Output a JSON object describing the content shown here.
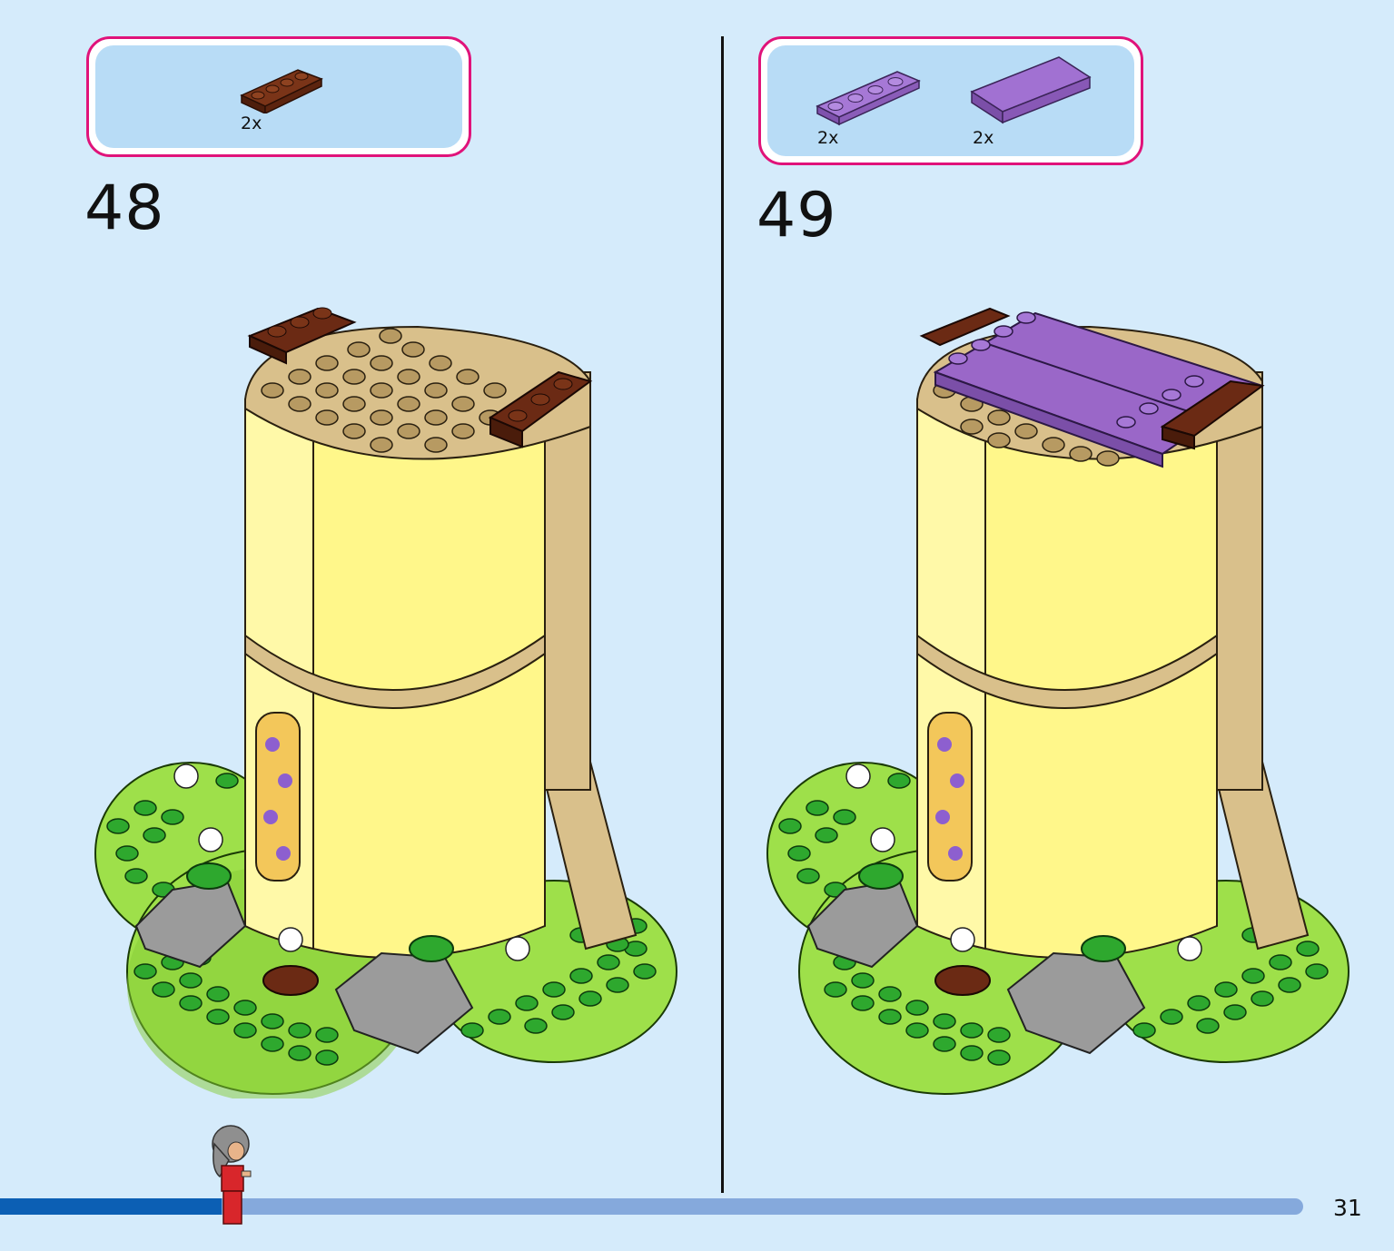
{
  "steps": [
    {
      "number": "48",
      "parts": [
        {
          "quantity": "2x",
          "piece": "plate-1x4",
          "color": "#6b2a14"
        }
      ]
    },
    {
      "number": "49",
      "parts": [
        {
          "quantity": "2x",
          "piece": "plate-1x4",
          "color": "#9a67c8"
        },
        {
          "quantity": "2x",
          "piece": "tile-2x4",
          "color": "#9a67c8"
        }
      ]
    }
  ],
  "footer": {
    "page_number": "31",
    "progress_fraction": 0.17,
    "colors": {
      "track": "#85a9dc",
      "fill": "#0c5fb4"
    }
  },
  "colors": {
    "background": "#d5ebfb",
    "box_border": "#e0137a",
    "box_fill": "#b8dcf6",
    "tower_yellow": "#fff78a",
    "tan": "#d9c08b",
    "green": "#9ee04a",
    "reddish_brown": "#6b2a14",
    "lavender": "#9a67c8"
  }
}
